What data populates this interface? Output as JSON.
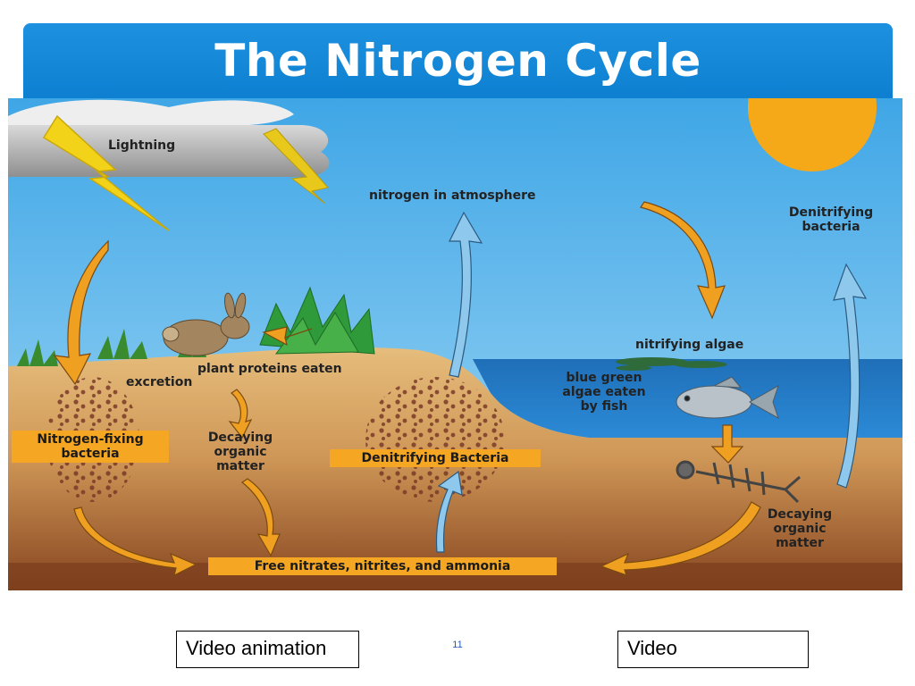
{
  "slide": {
    "title": "The Nitrogen Cycle",
    "page_number": "11"
  },
  "diagram": {
    "labels": {
      "lightning": "Lightning",
      "nitrogen_in_atmosphere": "nitrogen in atmosphere",
      "denitrifying_bacteria_top": "Denitrifying\nbacteria",
      "nitrifying_algae": "nitrifying algae",
      "blue_green_algae": "blue green\nalgae eaten\nby fish",
      "plant_proteins_eaten": "plant proteins eaten",
      "excretion": "excretion",
      "decaying_organic_matter_left": "Decaying\norganic\nmatter",
      "decaying_organic_matter_right": "Decaying\norganic\nmatter",
      "nitrogen_fixing_bacteria": "Nitrogen-fixing\nbacteria",
      "denitrifying_bacteria_soil": "Denitrifying Bacteria",
      "free_nitrates": "Free nitrates, nitrites, and ammonia"
    },
    "colors": {
      "sky": "#5cb8ec",
      "sun": "#f5a81c",
      "soil_top": "#e2b774",
      "soil_bottom": "#8a4a22",
      "water": "#1c78c2",
      "orange_arrow": "#f0a020",
      "blue_arrow": "#8ec8ec",
      "tag": "#f5a623"
    }
  },
  "links": {
    "video_animation": "Video animation",
    "video": "Video"
  }
}
